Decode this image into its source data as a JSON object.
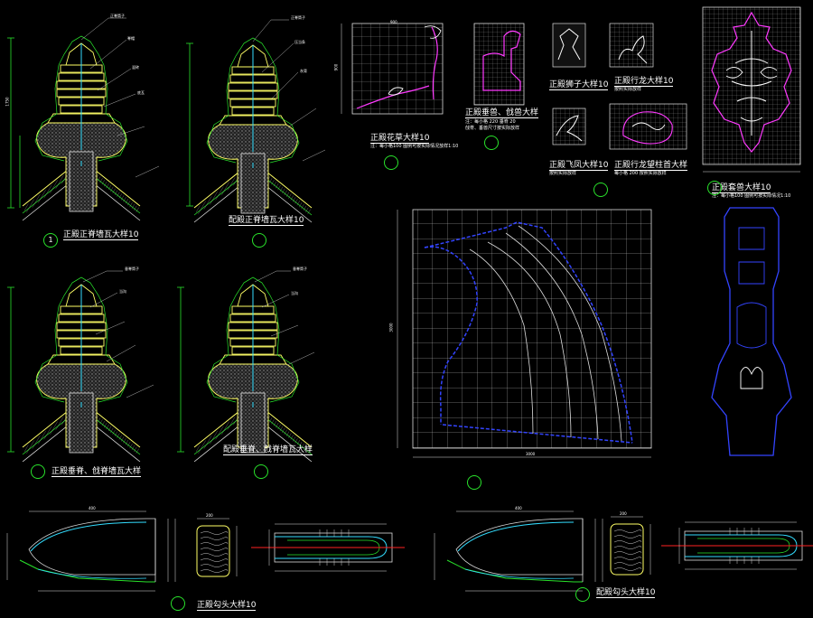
{
  "titles": [
    {
      "id": "t1",
      "text": "正殿正脊墙瓦大样10"
    },
    {
      "id": "t2",
      "text": "配殿正脊墙瓦大样10"
    },
    {
      "id": "t3",
      "text": "正殿垂脊、戗脊墙瓦大样"
    },
    {
      "id": "t4",
      "text": "配殿垂脊、戗脊墙瓦大样"
    },
    {
      "id": "t5",
      "text": "正殿花草大样10"
    },
    {
      "id": "t6",
      "text": "正殿垂兽、戗兽大样"
    },
    {
      "id": "t7",
      "text": "正殿狮子大样10"
    },
    {
      "id": "t8",
      "text": "正殿行龙大样10"
    },
    {
      "id": "t9",
      "text": "正殿飞凤大样10"
    },
    {
      "id": "t10",
      "text": "正殿行龙望柱首大样"
    },
    {
      "id": "t11",
      "text": "正殿套兽大样10"
    },
    {
      "id": "t12",
      "text": "正殿勾头大样10"
    },
    {
      "id": "t13",
      "text": "配殿勾头大样10"
    }
  ],
  "circle_numbers": [
    {
      "id": "c1",
      "text": "1"
    }
  ],
  "notes": [
    {
      "id": "n1",
      "text": "注：每小格100 图例可按实际情况放样1:10"
    },
    {
      "id": "n2",
      "text": "注：每小格 220  垂脊 20"
    },
    {
      "id": "n3",
      "text": "戗脊、垂兽尺寸按实际放样"
    },
    {
      "id": "n4",
      "text": "按照实际放样"
    },
    {
      "id": "n5",
      "text": "按照实际放样"
    },
    {
      "id": "n6",
      "text": "每小格 200 按照实际放样"
    },
    {
      "id": "n7",
      "text": "注：每小格100 图例可按实际情况1:10"
    }
  ],
  "leader_labels": [
    {
      "id": "l1",
      "text": "正脊筒子"
    },
    {
      "id": "l2",
      "text": "脊帽"
    },
    {
      "id": "l3",
      "text": "混砖"
    },
    {
      "id": "l4",
      "text": "底瓦"
    },
    {
      "id": "l5",
      "text": "压当条"
    },
    {
      "id": "l6",
      "text": "灰背"
    },
    {
      "id": "l7",
      "text": "垂脊筒子"
    },
    {
      "id": "l8",
      "text": "当沟"
    }
  ],
  "dims": {
    "top_left_v": "1750",
    "gl_w": "900",
    "gl_h": "900",
    "big_w": "3000",
    "big_h": "3000",
    "ogee_w": "400",
    "tile_w": "200"
  },
  "colors": {
    "background": "#000000",
    "line_white": "#ffffff",
    "line_green": "#29e22b",
    "line_yellow": "#ffff66",
    "line_cyan": "#33ddff",
    "line_magenta": "#ff3aff",
    "line_blue": "#3344ff",
    "line_red": "#ff2222",
    "grid": "#c8c8c8"
  }
}
